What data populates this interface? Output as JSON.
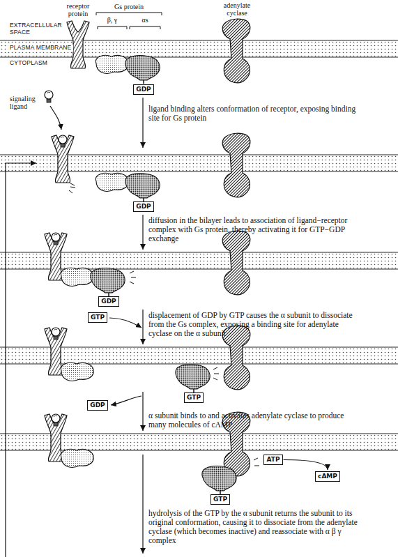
{
  "diagram": {
    "nodes": [
      {
        "text": [
          "GDP"
        ]
      },
      {
        "text": [
          "GDP"
        ]
      },
      {
        "text": [
          "GDP"
        ]
      },
      {
        "text": [
          "GTP"
        ]
      },
      {
        "text": [
          "GTP"
        ]
      },
      {
        "text": [
          "GDP"
        ]
      },
      {
        "text": [
          "GTP"
        ]
      },
      {
        "text": [
          "ATP"
        ]
      },
      {
        "text": [
          "cAMP"
        ]
      }
    ],
    "edges": [
      {
        "from": 7,
        "to": 8,
        "arrow": "to"
      }
    ],
    "labels": [
      "EXTRACELLULAR SPACE",
      "PLASMA MEMBRANE",
      "CYTOPLASM",
      "receptor protein",
      "Gs protein",
      "β, γ",
      "αs",
      "adenylate cyclase",
      "signaling ligand",
      "ligand binding alters conformation of receptor, exposing binding site for Gs protein",
      "diffusion in the bilayer leads to association of ligand−receptor complex with Gs protein, thereby activating it for GTP−GDP exchange",
      "displacement of GDP by GTP causes the α subunit to dissociate from the Gs complex, exposing a binding site for adenylate cyclase on the α subunit",
      "α subunit binds to and activates adenylate cyclase to produce many molecules of cAMP",
      "hydrolysis of the GTP by the α subunit returns the subunit to its original conformation, causing it to dissociate from the adenylate cyclase (which becomes inactive) and reassociate with α β γ complex"
    ]
  }
}
